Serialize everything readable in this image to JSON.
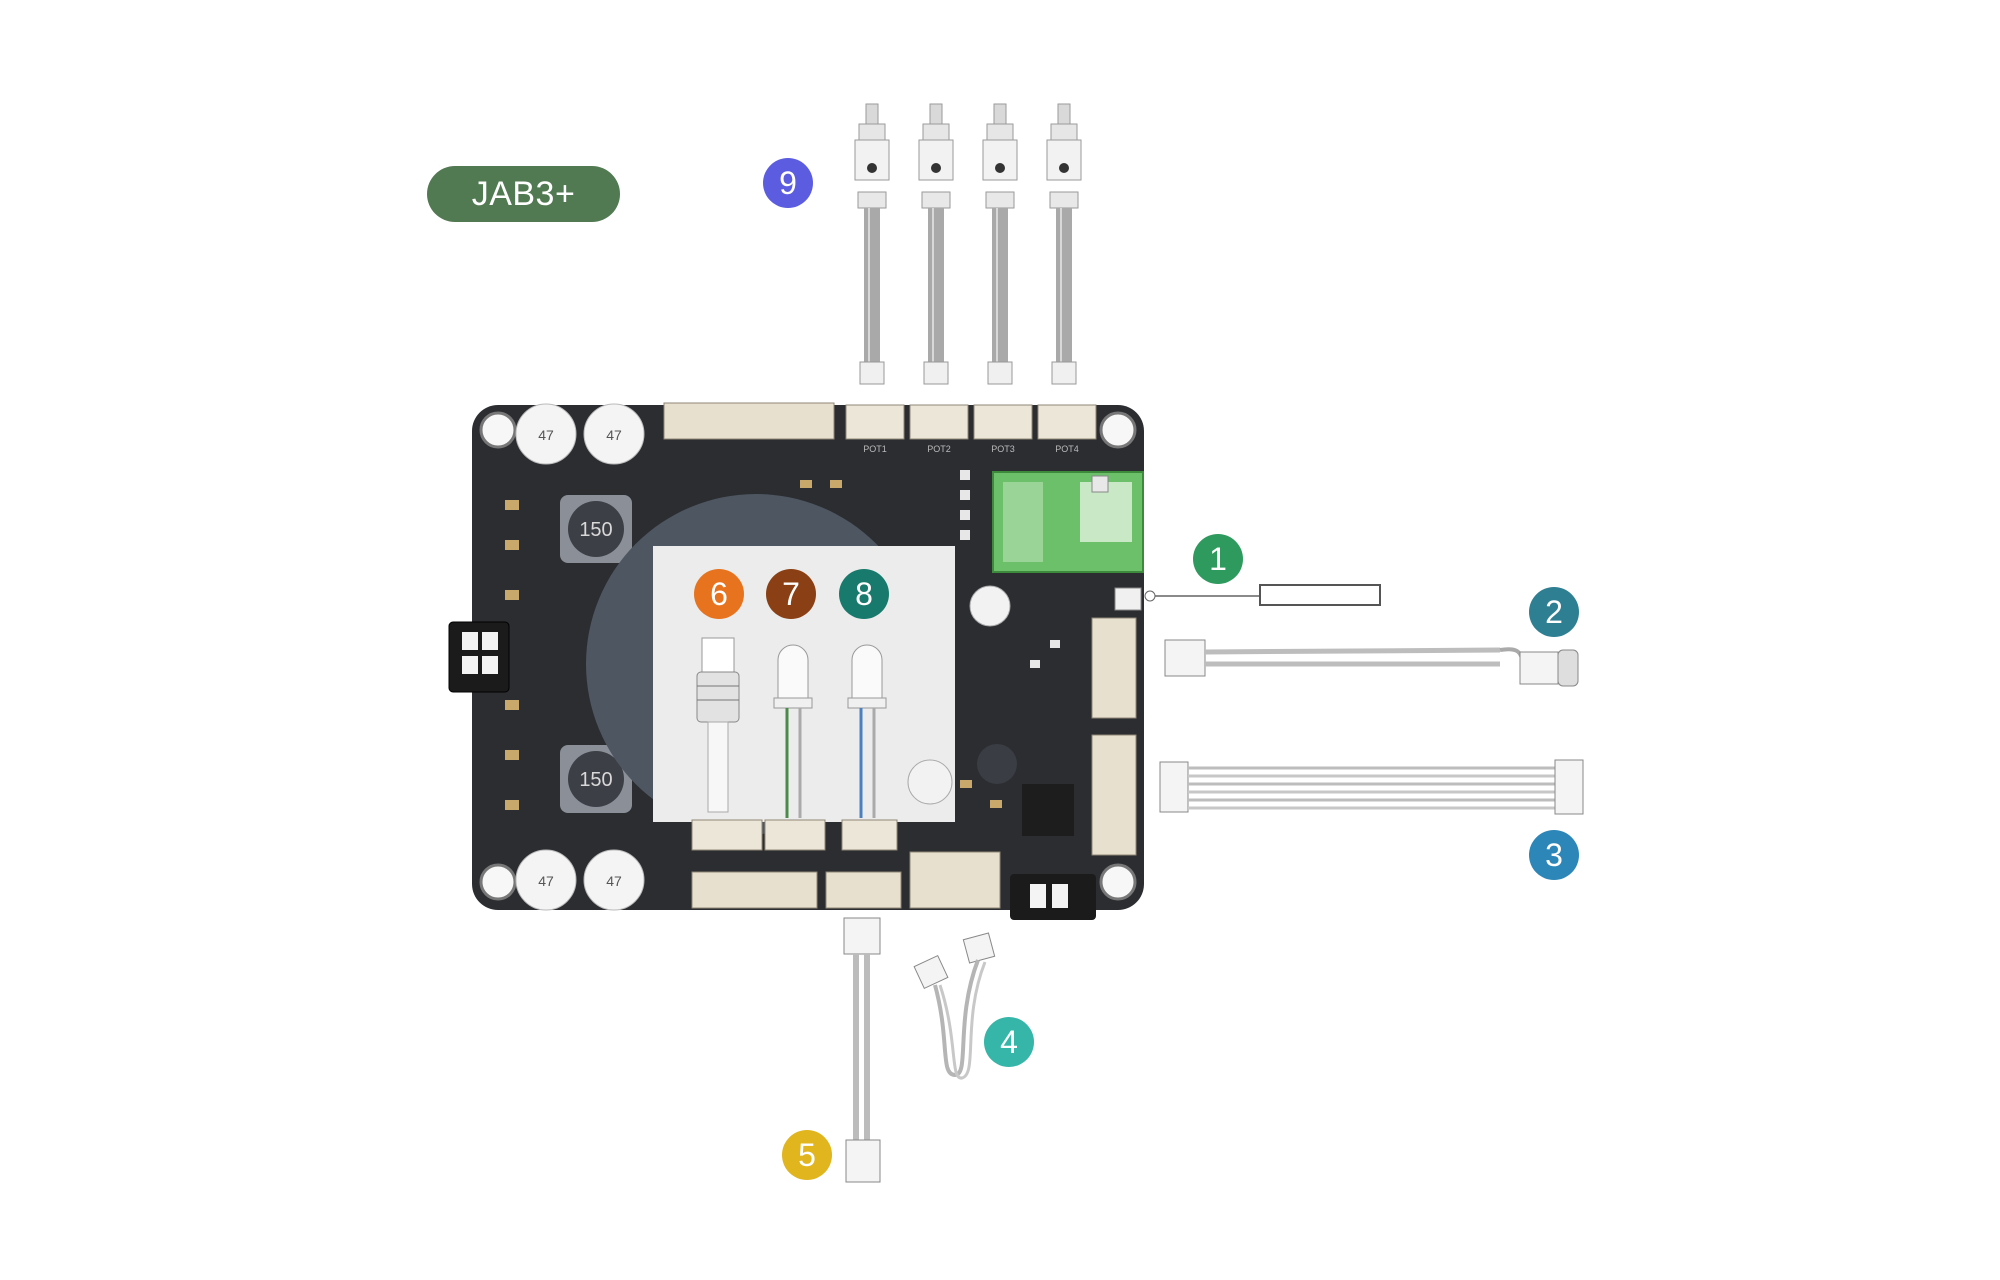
{
  "badge": {
    "label": "JAB3+",
    "color": "#527a52"
  },
  "callouts": [
    {
      "number": "1",
      "color": "#2e9a5e"
    },
    {
      "number": "2",
      "color": "#2f7f92"
    },
    {
      "number": "3",
      "color": "#2d86b8"
    },
    {
      "number": "4",
      "color": "#35b6a8"
    },
    {
      "number": "5",
      "color": "#e0b51e"
    },
    {
      "number": "6",
      "color": "#e8731f"
    },
    {
      "number": "7",
      "color": "#8b3f14"
    },
    {
      "number": "8",
      "color": "#187a6c"
    },
    {
      "number": "9",
      "color": "#5b5ce0"
    }
  ],
  "board": {
    "pcb_color": "#2b2d31",
    "inductor_label": "150",
    "capacitor_label": "47",
    "potentiometer_labels": [
      "POT1",
      "POT2",
      "POT3",
      "POT4"
    ]
  },
  "icons": {
    "ir_receiver": "ir-receiver-icon",
    "white_led": "led-white-icon",
    "wifi_antenna": "wifi-antenna-icon",
    "power_connector": "power-connector-icon",
    "speaker_connector": "speaker-connector-icon",
    "potentiometer": "potentiometer-icon"
  }
}
